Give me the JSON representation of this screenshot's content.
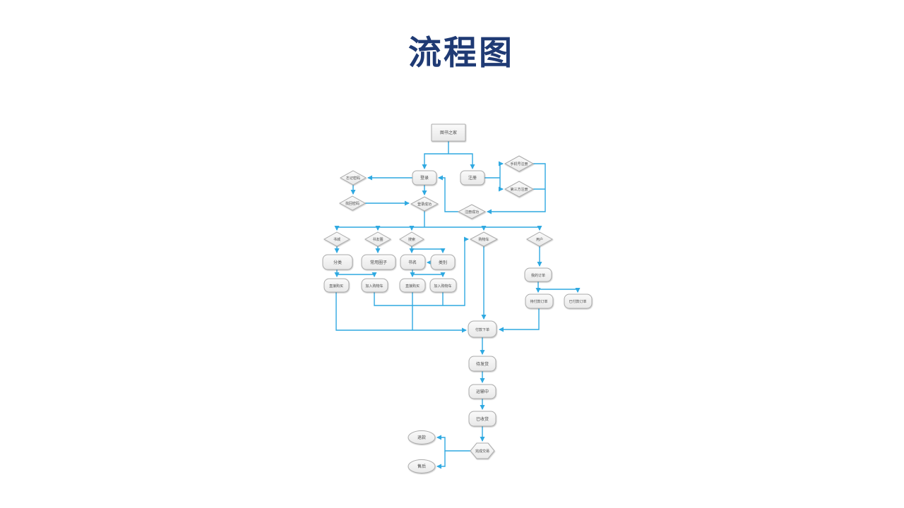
{
  "page": {
    "title": "流程图"
  },
  "colors": {
    "title": "#1F3A74",
    "connector": "#2FA9E1",
    "node_fill_top": "#FAFAFA",
    "node_fill_bottom": "#E8E8E8",
    "node_border": "#ABABAB",
    "node_text": "#4A4A4A",
    "background": "#FFFFFF"
  },
  "diagram": {
    "nodes": {
      "home": {
        "label": "图书之家",
        "type": "rect"
      },
      "login": {
        "label": "登录",
        "type": "rounded"
      },
      "register": {
        "label": "注册",
        "type": "rounded"
      },
      "phone_reg": {
        "label": "手机号注册",
        "type": "diamond"
      },
      "third_reg": {
        "label": "第三方注册",
        "type": "diamond"
      },
      "forgot_pwd": {
        "label": "忘记密码",
        "type": "diamond"
      },
      "retrieve_pwd": {
        "label": "找回密码",
        "type": "diamond"
      },
      "login_success": {
        "label": "登录成功",
        "type": "diamond"
      },
      "register_success": {
        "label": "注册成功",
        "type": "diamond"
      },
      "book_city": {
        "label": "书城",
        "type": "diamond"
      },
      "book_circle": {
        "label": "书友圈",
        "type": "diamond"
      },
      "search": {
        "label": "搜索",
        "type": "diamond"
      },
      "cart": {
        "label": "购物车",
        "type": "diamond"
      },
      "user": {
        "label": "用户",
        "type": "diamond"
      },
      "classify": {
        "label": "分类",
        "type": "rounded"
      },
      "common_circles": {
        "label": "常用圈子",
        "type": "rounded"
      },
      "book_name": {
        "label": "书名",
        "type": "rounded"
      },
      "category": {
        "label": "类别",
        "type": "rounded"
      },
      "buy_now_1": {
        "label": "直接购买",
        "type": "rounded"
      },
      "add_cart_1": {
        "label": "加入购物车",
        "type": "rounded"
      },
      "buy_now_2": {
        "label": "直接购买",
        "type": "rounded"
      },
      "add_cart_2": {
        "label": "加入购物车",
        "type": "rounded"
      },
      "my_orders": {
        "label": "我的订单",
        "type": "rounded"
      },
      "pending_orders": {
        "label": "待付款订单",
        "type": "rounded"
      },
      "paid_orders": {
        "label": "已付款订单",
        "type": "rounded"
      },
      "pay_order": {
        "label": "付款下单",
        "type": "rounded"
      },
      "await_ship": {
        "label": "待发货",
        "type": "rounded"
      },
      "in_transit": {
        "label": "运输中",
        "type": "rounded"
      },
      "received": {
        "label": "已收货",
        "type": "rounded"
      },
      "complete": {
        "label": "完成交易",
        "type": "hexagon"
      },
      "refund": {
        "label": "退款",
        "type": "ellipse"
      },
      "after_sale": {
        "label": "售后",
        "type": "ellipse"
      }
    },
    "edges": [
      [
        "home",
        "login"
      ],
      [
        "home",
        "register"
      ],
      [
        "register",
        "phone_reg"
      ],
      [
        "register",
        "third_reg"
      ],
      [
        "phone_reg",
        "register_success"
      ],
      [
        "third_reg",
        "register_success"
      ],
      [
        "register_success",
        "login"
      ],
      [
        "login",
        "forgot_pwd"
      ],
      [
        "forgot_pwd",
        "retrieve_pwd"
      ],
      [
        "retrieve_pwd",
        "login_success"
      ],
      [
        "login",
        "login_success"
      ],
      [
        "login_success",
        "book_city"
      ],
      [
        "login_success",
        "book_circle"
      ],
      [
        "login_success",
        "search"
      ],
      [
        "login_success",
        "cart"
      ],
      [
        "login_success",
        "user"
      ],
      [
        "book_city",
        "classify"
      ],
      [
        "book_circle",
        "common_circles"
      ],
      [
        "search",
        "book_name"
      ],
      [
        "search",
        "category"
      ],
      [
        "category",
        "book_name"
      ],
      [
        "classify",
        "buy_now_1"
      ],
      [
        "classify",
        "add_cart_1"
      ],
      [
        "book_name",
        "buy_now_2"
      ],
      [
        "book_name",
        "add_cart_2"
      ],
      [
        "buy_now_1",
        "pay_order"
      ],
      [
        "buy_now_2",
        "pay_order"
      ],
      [
        "add_cart_1",
        "cart"
      ],
      [
        "add_cart_2",
        "cart"
      ],
      [
        "cart",
        "pay_order"
      ],
      [
        "user",
        "my_orders"
      ],
      [
        "my_orders",
        "pending_orders"
      ],
      [
        "my_orders",
        "paid_orders"
      ],
      [
        "pending_orders",
        "pay_order"
      ],
      [
        "pay_order",
        "await_ship"
      ],
      [
        "await_ship",
        "in_transit"
      ],
      [
        "in_transit",
        "received"
      ],
      [
        "received",
        "complete"
      ],
      [
        "complete",
        "refund"
      ],
      [
        "complete",
        "after_sale"
      ]
    ]
  }
}
